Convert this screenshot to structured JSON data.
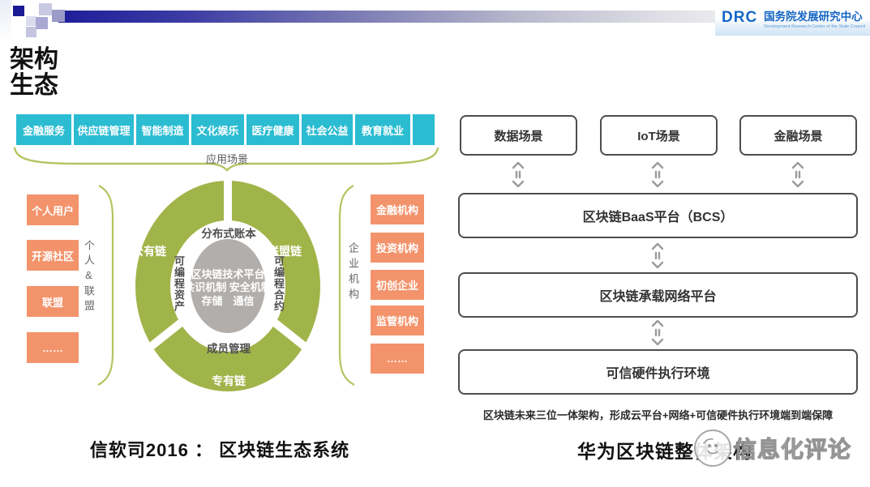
{
  "header": {
    "logo_text": "DRC",
    "org_name": "国务院发展研究中心",
    "org_name_en": "Development Research Center of the State Council"
  },
  "title": {
    "line1": "架构",
    "line2": "生态"
  },
  "left_diagram": {
    "app_scenarios": {
      "items": [
        "金融服务",
        "供应链管理",
        "智能制造",
        "文化娱乐",
        "医疗健康",
        "社会公益",
        "教育就业"
      ],
      "label": "应用场景"
    },
    "personal_group": {
      "items": [
        "个人用户",
        "开源社区",
        "联盟",
        "……"
      ],
      "label": "个人&联盟"
    },
    "enterprise_group": {
      "items": [
        "金融机构",
        "投资机构",
        "初创企业",
        "监管机构",
        "……"
      ],
      "label": "企业机构"
    },
    "donut": {
      "ring_segments": [
        "公有链",
        "联盟链",
        "专有链"
      ],
      "middle_ring": {
        "top": "分布式账本",
        "bottom": "成员管理",
        "left": "可编程资产",
        "right": "可编程合约"
      },
      "center": {
        "line1": "区块链技术平台",
        "line2": "共识机制 安全机制",
        "line3": "存储　通信"
      }
    },
    "caption": "信软司2016 ： 区块链生态系统"
  },
  "right_diagram": {
    "scenarios": [
      "数据场景",
      "IoT场景",
      "金融场景"
    ],
    "layers": [
      "区块链BaaS平台（BCS）",
      "区块链承载网络平台",
      "可信硬件执行环境"
    ],
    "note": "区块链未来三位一体架构，形成云平台+网络+可信硬件执行环境端到端保障",
    "caption": "华为区块链整体架构"
  },
  "watermark": {
    "text": "信息化评论"
  },
  "colors": {
    "teal": "#2bbcd2",
    "orange": "#f3936b",
    "ring_green": "#a1b44a",
    "brace_green": "#b6c360",
    "core_gray": "#b1aeac",
    "navy": "#1a1a94",
    "logo_blue": "#1467c6"
  }
}
